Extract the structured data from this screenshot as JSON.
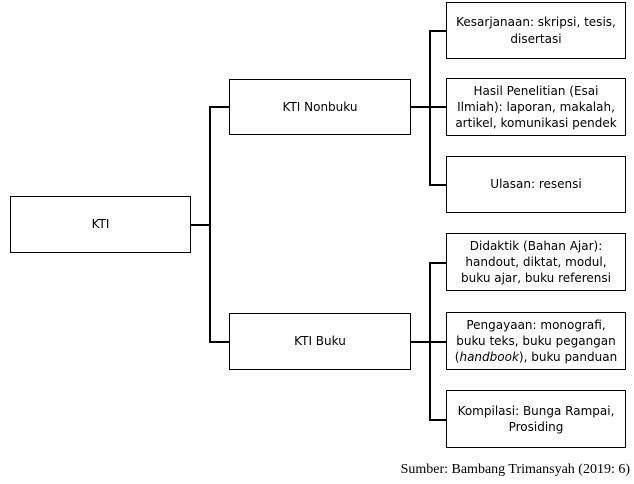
{
  "root": {
    "label": "KTI"
  },
  "branches": [
    {
      "label": "KTI Nonbuku",
      "children": [
        {
          "label": "Kesarjanaan: skripsi, tesis, disertasi"
        },
        {
          "label": "Hasil Penelitian (Esai Ilmiah): laporan, makalah, artikel, komunikasi pendek"
        },
        {
          "label": "Ulasan: resensi"
        }
      ]
    },
    {
      "label": "KTI Buku",
      "children": [
        {
          "label": "Didaktik (Bahan Ajar): handout, diktat, modul, buku ajar, buku referensi"
        },
        {
          "label_before": "Pengayaan: monografi, buku teks, buku pegangan (",
          "label_italic": "handbook",
          "label_after": "), buku panduan"
        },
        {
          "label": "Kompilasi: Bunga Rampai, Prosiding"
        }
      ]
    }
  ],
  "source": "Sumber: Bambang Trimansyah (2019: 6)"
}
